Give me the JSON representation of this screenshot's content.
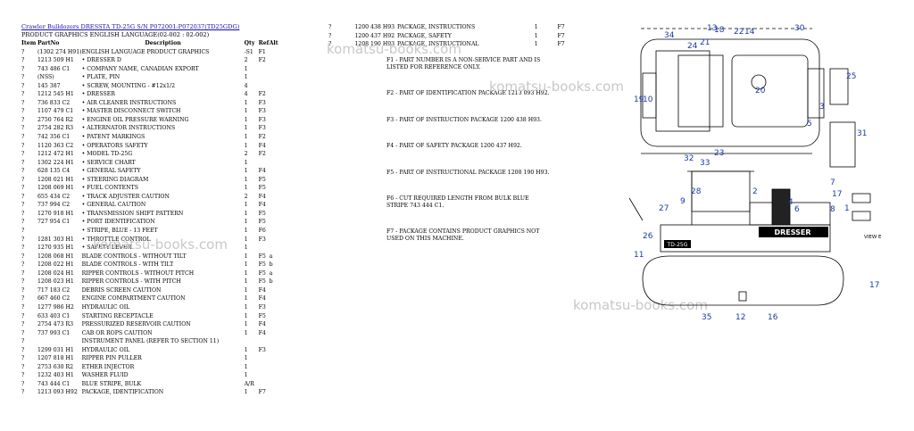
{
  "header": {
    "title_link": "Crawler Bulldozers DRESSTA TD-25G S/N P072001-P072037(TD25GDG)",
    "subtitle": "PRODUCT GRAPHICS ENGLISH LANGUAGE(02-002 : 02-002)"
  },
  "columns": {
    "item": "Item",
    "part": "PartNo",
    "desc": "Description",
    "qty": "Qty",
    "ref": "Ref",
    "alt": "Alt"
  },
  "rows": [
    {
      "item": "?",
      "part": "(1302 274 H91)",
      "desc": "ENGLISH LANGUAGE PRODUCT GRAPHICS",
      "qty": "-S1",
      "ref": "F1",
      "alt": ""
    },
    {
      "item": "?",
      "part": "1213 509 H1",
      "desc": "• DRESSER D",
      "qty": "2",
      "ref": "F2",
      "alt": ""
    },
    {
      "item": "?",
      "part": "743 486 C1",
      "desc": "• COMPANY NAME, CANADIAN EXPORT",
      "qty": "1",
      "ref": "",
      "alt": ""
    },
    {
      "item": "?",
      "part": "(NSS)",
      "desc": "• PLATE, PIN",
      "qty": "1",
      "ref": "",
      "alt": ""
    },
    {
      "item": "?",
      "part": "145 387",
      "desc": "• SCREW, MOUNTING - #12x1/2",
      "qty": "4",
      "ref": "",
      "alt": ""
    },
    {
      "item": "?",
      "part": "1212 545 H1",
      "desc": "• DRESSER",
      "qty": "4",
      "ref": "F2",
      "alt": ""
    },
    {
      "item": "?",
      "part": "736 833 C2",
      "desc": "• AIR CLEANER INSTRUCTIONS",
      "qty": "1",
      "ref": "F3",
      "alt": ""
    },
    {
      "item": "?",
      "part": "1107 479 C1",
      "desc": "• MASTER DISCONNECT SWITCH",
      "qty": "1",
      "ref": "F3",
      "alt": ""
    },
    {
      "item": "?",
      "part": "2750 764 R2",
      "desc": "• ENGINE OIL PRESSURE WARNING",
      "qty": "1",
      "ref": "F3",
      "alt": ""
    },
    {
      "item": "?",
      "part": "2754 282 R3",
      "desc": "• ALTERNATOR INSTRUCTIONS",
      "qty": "1",
      "ref": "F3",
      "alt": ""
    },
    {
      "item": "?",
      "part": "742 356 C1",
      "desc": "• PATENT MARKINGS",
      "qty": "1",
      "ref": "F2",
      "alt": ""
    },
    {
      "item": "?",
      "part": "1120 363 C2",
      "desc": "• OPERATORS SAFETY",
      "qty": "1",
      "ref": "F4",
      "alt": ""
    },
    {
      "item": "?",
      "part": "1212 472 H1",
      "desc": "• MODEL TD-25G",
      "qty": "2",
      "ref": "F2",
      "alt": ""
    },
    {
      "item": "?",
      "part": "1302 224 H1",
      "desc": "• SERVICE CHART",
      "qty": "1",
      "ref": "",
      "alt": ""
    },
    {
      "item": "?",
      "part": "628 135 C4",
      "desc": "• GENERAL SAFETY",
      "qty": "1",
      "ref": "F4",
      "alt": ""
    },
    {
      "item": "?",
      "part": "1208 021 H1",
      "desc": "• STEERING DIAGRAM",
      "qty": "1",
      "ref": "F5",
      "alt": ""
    },
    {
      "item": "?",
      "part": "1208 069 H1",
      "desc": "• FUEL CONTENTS",
      "qty": "1",
      "ref": "F5",
      "alt": ""
    },
    {
      "item": "?",
      "part": "655 434 C2",
      "desc": "• TRACK ADJUSTER CAUTION",
      "qty": "2",
      "ref": "F4",
      "alt": ""
    },
    {
      "item": "?",
      "part": "737 994 C2",
      "desc": "• GENERAL CAUTION",
      "qty": "1",
      "ref": "F4",
      "alt": ""
    },
    {
      "item": "?",
      "part": "1270 918 H1",
      "desc": "• TRANSMISSION SHIFT PATTERN",
      "qty": "1",
      "ref": "F5",
      "alt": ""
    },
    {
      "item": "?",
      "part": "727 954 C1",
      "desc": "• PORT IDENTIFICATION",
      "qty": "1",
      "ref": "F5",
      "alt": ""
    },
    {
      "item": "?",
      "part": "",
      "desc": "• STRIPE, BLUE - 13 FEET",
      "qty": "1",
      "ref": "F6",
      "alt": ""
    },
    {
      "item": "?",
      "part": "1281 303 H1",
      "desc": "• THROTTLE CONTROL",
      "qty": "1",
      "ref": "F3",
      "alt": ""
    },
    {
      "item": "?",
      "part": "1270 935 H1",
      "desc": "• SAFETY LEVER",
      "qty": "1",
      "ref": "",
      "alt": ""
    },
    {
      "item": "?",
      "part": "1208 068 H1",
      "desc": "BLADE CONTROLS - WITHOUT TILT",
      "qty": "1",
      "ref": "F5",
      "alt": "a"
    },
    {
      "item": "?",
      "part": "1208 022 H1",
      "desc": "BLADE CONTROLS - WITH TILT",
      "qty": "1",
      "ref": "F5",
      "alt": "b"
    },
    {
      "item": "?",
      "part": "1208 024 H1",
      "desc": "RIPPER CONTROLS - WITHOUT PITCH",
      "qty": "1",
      "ref": "F5",
      "alt": "a"
    },
    {
      "item": "?",
      "part": "1208 023 H1",
      "desc": "RIPPER CONTROLS - WITH PITCH",
      "qty": "1",
      "ref": "F5",
      "alt": "b"
    },
    {
      "item": "?",
      "part": "717 183 C2",
      "desc": "DEBRIS SCREEN CAUTION",
      "qty": "1",
      "ref": "F4",
      "alt": ""
    },
    {
      "item": "?",
      "part": "667 460 C2",
      "desc": "ENGINE COMPARTMENT CAUTION",
      "qty": "1",
      "ref": "F4",
      "alt": ""
    },
    {
      "item": "?",
      "part": "1277 986 H2",
      "desc": "HYDRAULIC OIL",
      "qty": "1",
      "ref": "F3",
      "alt": ""
    },
    {
      "item": "?",
      "part": "633 403 C1",
      "desc": "STARTING RECEPTACLE",
      "qty": "1",
      "ref": "F5",
      "alt": ""
    },
    {
      "item": "?",
      "part": "2754 473 R3",
      "desc": "PRESSURIZED RESERVOIR CAUTION",
      "qty": "1",
      "ref": "F4",
      "alt": ""
    },
    {
      "item": "?",
      "part": "737 993 C1",
      "desc": "CAB OR ROPS CAUTION",
      "qty": "1",
      "ref": "F4",
      "alt": ""
    },
    {
      "item": "?",
      "part": "",
      "desc": "INSTRUMENT PANEL (REFER TO SECTION 11)",
      "qty": "",
      "ref": "",
      "alt": ""
    },
    {
      "item": "?",
      "part": "1299 031 H1",
      "desc": "HYDRAULIC OIL",
      "qty": "1",
      "ref": "F3",
      "alt": ""
    },
    {
      "item": "?",
      "part": "1207 818 H1",
      "desc": "RIPPER PIN PULLER",
      "qty": "1",
      "ref": "",
      "alt": ""
    },
    {
      "item": "?",
      "part": "2753 630 R2",
      "desc": "ETHER INJECTOR",
      "qty": "1",
      "ref": "",
      "alt": ""
    },
    {
      "item": "?",
      "part": "1232 403 H1",
      "desc": "WASHER FLUID",
      "qty": "1",
      "ref": "",
      "alt": ""
    },
    {
      "item": "?",
      "part": "743 444 C1",
      "desc": "BLUE STRIPE, BULK",
      "qty": "A/R",
      "ref": "",
      "alt": ""
    },
    {
      "item": "?",
      "part": "1213 093 H92",
      "desc": "PACKAGE, IDENTIFICATION",
      "qty": "1",
      "ref": "F7",
      "alt": ""
    }
  ],
  "rows2": [
    {
      "item": "?",
      "part": "1200 438 H93",
      "desc": "PACKAGE, INSTRUCTIONS",
      "qty": "1",
      "ref": "F7"
    },
    {
      "item": "?",
      "part": "1200 437 H92",
      "desc": "PACKAGE, SAFETY",
      "qty": "1",
      "ref": "F7"
    },
    {
      "item": "?",
      "part": "1208 190 H93",
      "desc": "PACKAGE, INSTRUCTIONAL",
      "qty": "1",
      "ref": "F7"
    }
  ],
  "notes": [
    "F1 - PART NUMBER IS A NON-SERVICE PART AND IS LISTED FOR REFERENCE ONLY.",
    "F2 - PART OF IDENTIFICATION PACKAGE 1213 093 H92.",
    "F3 - PART OF INSTRUCTION PACKAGE 1200 438 H93.",
    "F4 - PART OF SAFETY PACKAGE 1200 437 H92.",
    "F5 - PART OF INSTRUCTIONAL PACKAGE 1208 190 H93.",
    "F6 - CUT REQUIRED LENGTH FROM BULK BLUE STRIPE 743 444 C1.",
    "F7 - PACKAGE CONTAINS PRODUCT GRAPHICS NOT USED ON THIS MACHINE."
  ],
  "watermark": "komatsu-books.com",
  "diagram": {
    "view_label": "VIEW E",
    "decal_dresser": "DRESSER",
    "decal_model": "TD-25G",
    "callouts": [
      "30",
      "34",
      "10",
      "13",
      "18",
      "22",
      "14",
      "21",
      "24",
      "19",
      "20",
      "25",
      "3",
      "5",
      "33",
      "32",
      "23",
      "31",
      "7",
      "17",
      "8",
      "9",
      "27",
      "1",
      "6",
      "4",
      "2",
      "26",
      "11",
      "17",
      "35",
      "12",
      "16",
      "28"
    ]
  }
}
